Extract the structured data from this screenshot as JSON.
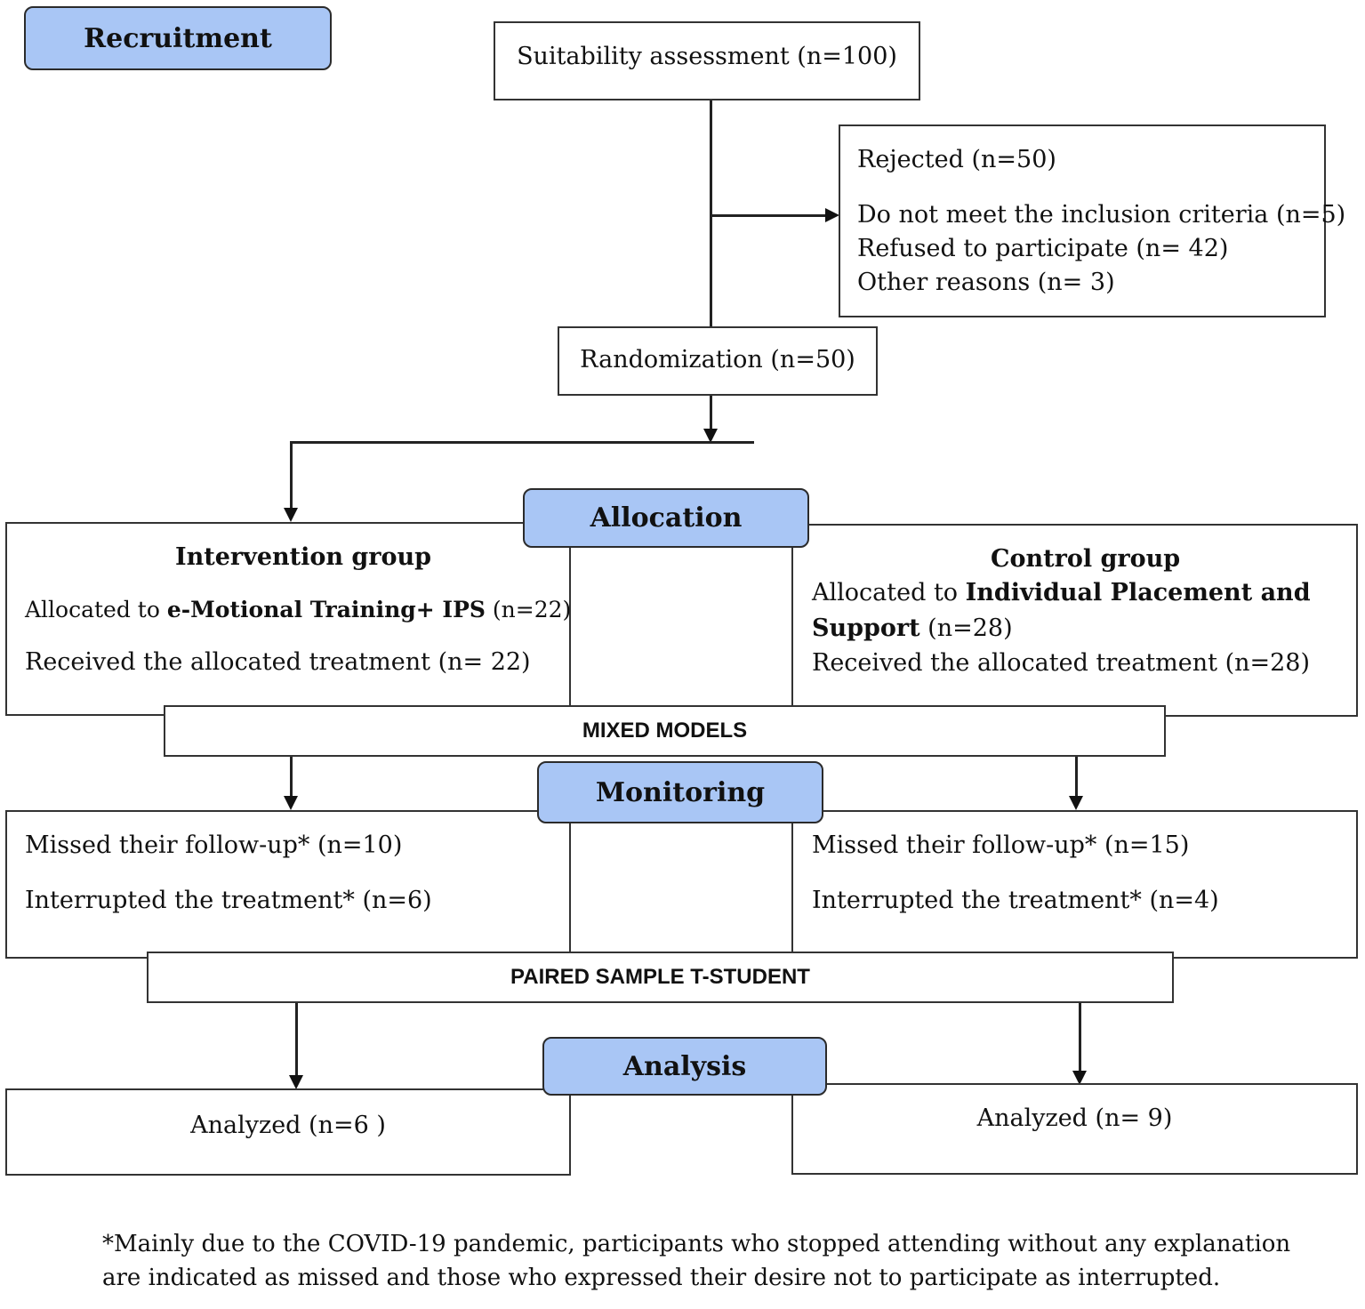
{
  "stages": {
    "recruitment": "Recruitment",
    "allocation": "Allocation",
    "monitoring": "Monitoring",
    "analysis": "Analysis"
  },
  "suitability": "Suitability assessment (n=100)",
  "rejected": {
    "title": "Rejected (n=50)",
    "items": [
      "Do not meet the inclusion criteria (n=5)",
      "Refused to participate (n= 42)",
      "Other reasons (n= 3)"
    ]
  },
  "randomization": "Randomization (n=50)",
  "intervention": {
    "title": "Intervention group",
    "allocated_prefix": "Allocated to ",
    "allocated_bold": "e-Motional Training+ IPS",
    "allocated_suffix": " (n=22)",
    "received": "Received the allocated treatment (n= 22)",
    "missed": "Missed their follow-up* (n=10)",
    "interrupted": "Interrupted the treatment* (n=6)",
    "analyzed": "Analyzed (n=6 )"
  },
  "control": {
    "title": "Control group",
    "allocated_prefix": "Allocated to ",
    "allocated_bold_line1": "Individual Placement and",
    "allocated_bold_line2": "Support",
    "allocated_suffix": " (n=28)",
    "received": "Received the allocated treatment (n=28)",
    "missed": "Missed their follow-up* (n=15)",
    "interrupted": "Interrupted the treatment* (n=4)",
    "analyzed": "Analyzed (n= 9)"
  },
  "methods": {
    "mixed_models": "MIXED MODELS",
    "paired": "PAIRED SAMPLE T-STUDENT"
  },
  "footnote": {
    "line1": "*Mainly due to the COVID-19 pandemic, participants who stopped attending without any explanation",
    "line2": "are indicated as missed and those who expressed their desire not to participate as interrupted."
  }
}
